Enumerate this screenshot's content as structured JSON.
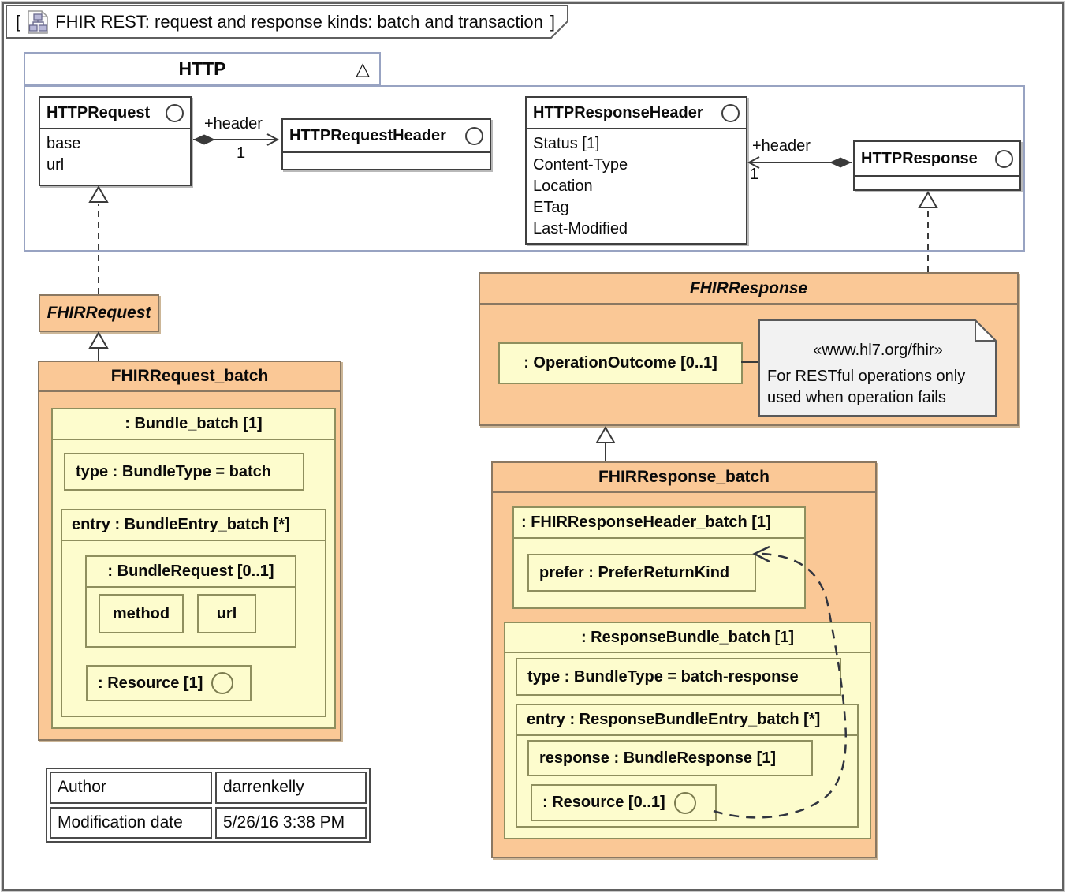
{
  "frame": {
    "open": "[",
    "title": "FHIR REST: request and response kinds: batch and transaction",
    "close": "]"
  },
  "http": {
    "name": "HTTP",
    "indicator": "△",
    "request": {
      "name": "HTTPRequest",
      "attrs": [
        "base",
        "url"
      ]
    },
    "request_header": {
      "name": "HTTPRequestHeader"
    },
    "response_header": {
      "name": "HTTPResponseHeader",
      "attrs": [
        "Status [1]",
        "Content-Type",
        "Location",
        "ETag",
        "Last-Modified"
      ]
    },
    "response": {
      "name": "HTTPResponse"
    }
  },
  "edges": {
    "request_header": {
      "role": "+header",
      "mult": "1"
    },
    "response_header": {
      "role": "+header",
      "mult": "1"
    }
  },
  "fhir_request": {
    "name": "FHIRRequest"
  },
  "fhir_request_batch": {
    "name": "FHIRRequest_batch",
    "bundle": {
      "name": ": Bundle_batch [1]",
      "type": "type : BundleType = batch",
      "entry": {
        "name": "entry : BundleEntry_batch [*]",
        "bundle_request": {
          "name": ": BundleRequest [0..1]",
          "method": "method",
          "url": "url"
        },
        "resource": ": Resource [1]"
      }
    }
  },
  "fhir_response": {
    "name": "FHIRResponse",
    "operation_outcome": ": OperationOutcome [0..1]",
    "note": {
      "stereotype": "«www.hl7.org/fhir»",
      "line1": "For RESTful operations only",
      "line2": "used when operation fails"
    }
  },
  "fhir_response_batch": {
    "name": "FHIRResponse_batch",
    "header": {
      "name": ": FHIRResponseHeader_batch [1]",
      "prefer": "prefer : PreferReturnKind"
    },
    "bundle": {
      "name": ": ResponseBundle_batch [1]",
      "type": "type : BundleType = batch-response",
      "entry": {
        "name": "entry : ResponseBundleEntry_batch [*]",
        "response": "response : BundleResponse [1]",
        "resource": ": Resource [0..1]"
      }
    }
  },
  "info_table": {
    "rows": [
      {
        "label": "Author",
        "value": "darrenkelly"
      },
      {
        "label": "Modification date",
        "value": "5/26/16 3:38 PM"
      }
    ]
  },
  "colors": {
    "orange_fill": "#fac896",
    "orange_border": "#8a7862",
    "yellow_fill": "#fdfccd",
    "yellow_border": "#8f8f5e",
    "note_fill": "#f2f2f2",
    "frame_blue": "#98a3c2",
    "line": "#3a3a3a"
  }
}
